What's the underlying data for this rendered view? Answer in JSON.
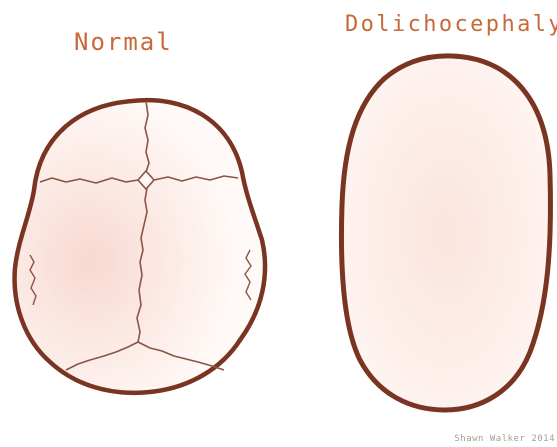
{
  "labels": {
    "normal": "Normal",
    "dolichocephaly": "Dolichocephaly"
  },
  "credit": "Shawn Walker 2014",
  "colors": {
    "outline": "#7a3522",
    "suture": "#8a5446",
    "fill": "#fbe6e0",
    "label": "#c8693a",
    "credit": "#a89c94"
  }
}
